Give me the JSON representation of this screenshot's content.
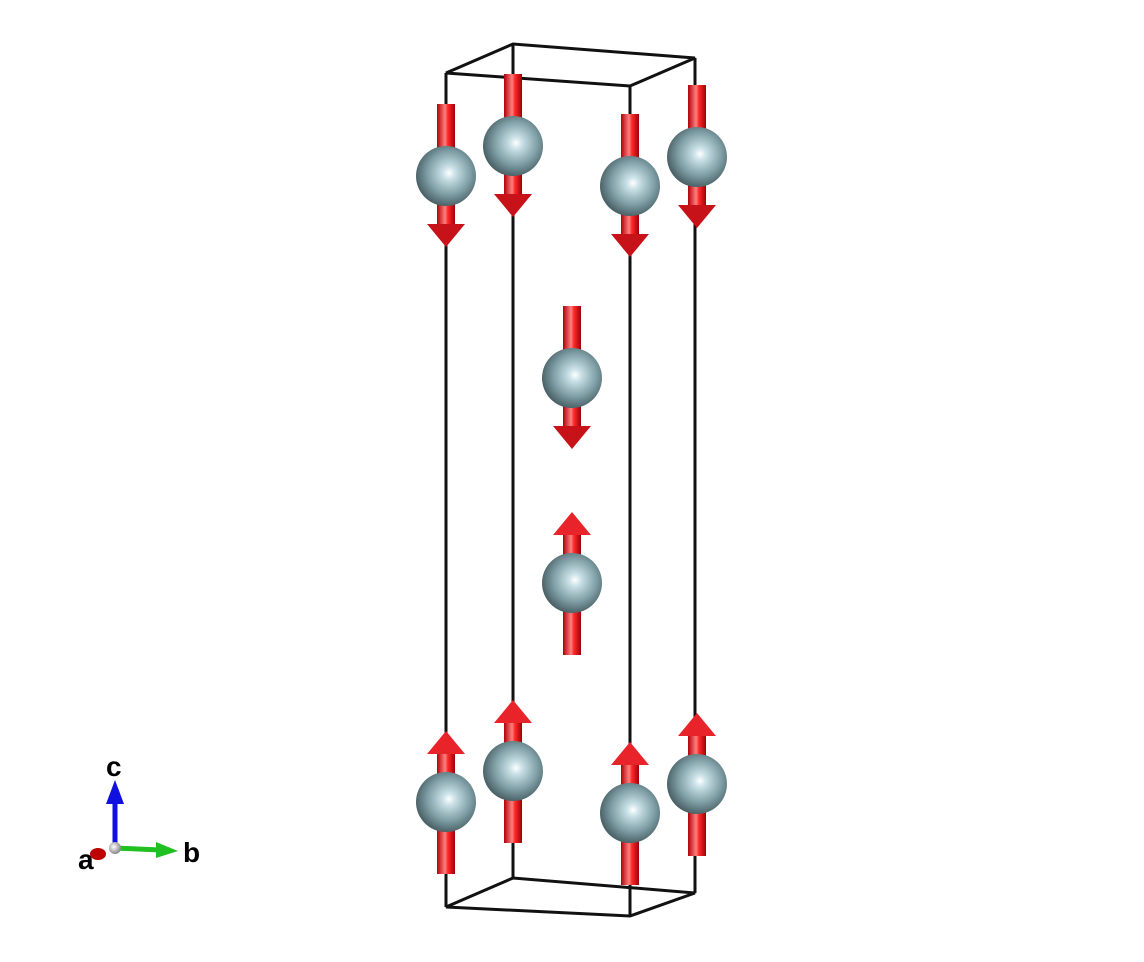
{
  "axes": {
    "a": "a",
    "b": "b",
    "c": "c"
  },
  "colors": {
    "atom": "#7f9ea6",
    "spin": "#e0141a",
    "cell": "#111111",
    "axis_a": "#c00000",
    "axis_b": "#20c020",
    "axis_c": "#1010e0"
  },
  "atoms": [
    {
      "spin": "down"
    },
    {
      "spin": "down"
    },
    {
      "spin": "down"
    },
    {
      "spin": "down"
    },
    {
      "spin": "down"
    },
    {
      "spin": "up"
    },
    {
      "spin": "up"
    },
    {
      "spin": "up"
    },
    {
      "spin": "up"
    },
    {
      "spin": "up"
    }
  ]
}
